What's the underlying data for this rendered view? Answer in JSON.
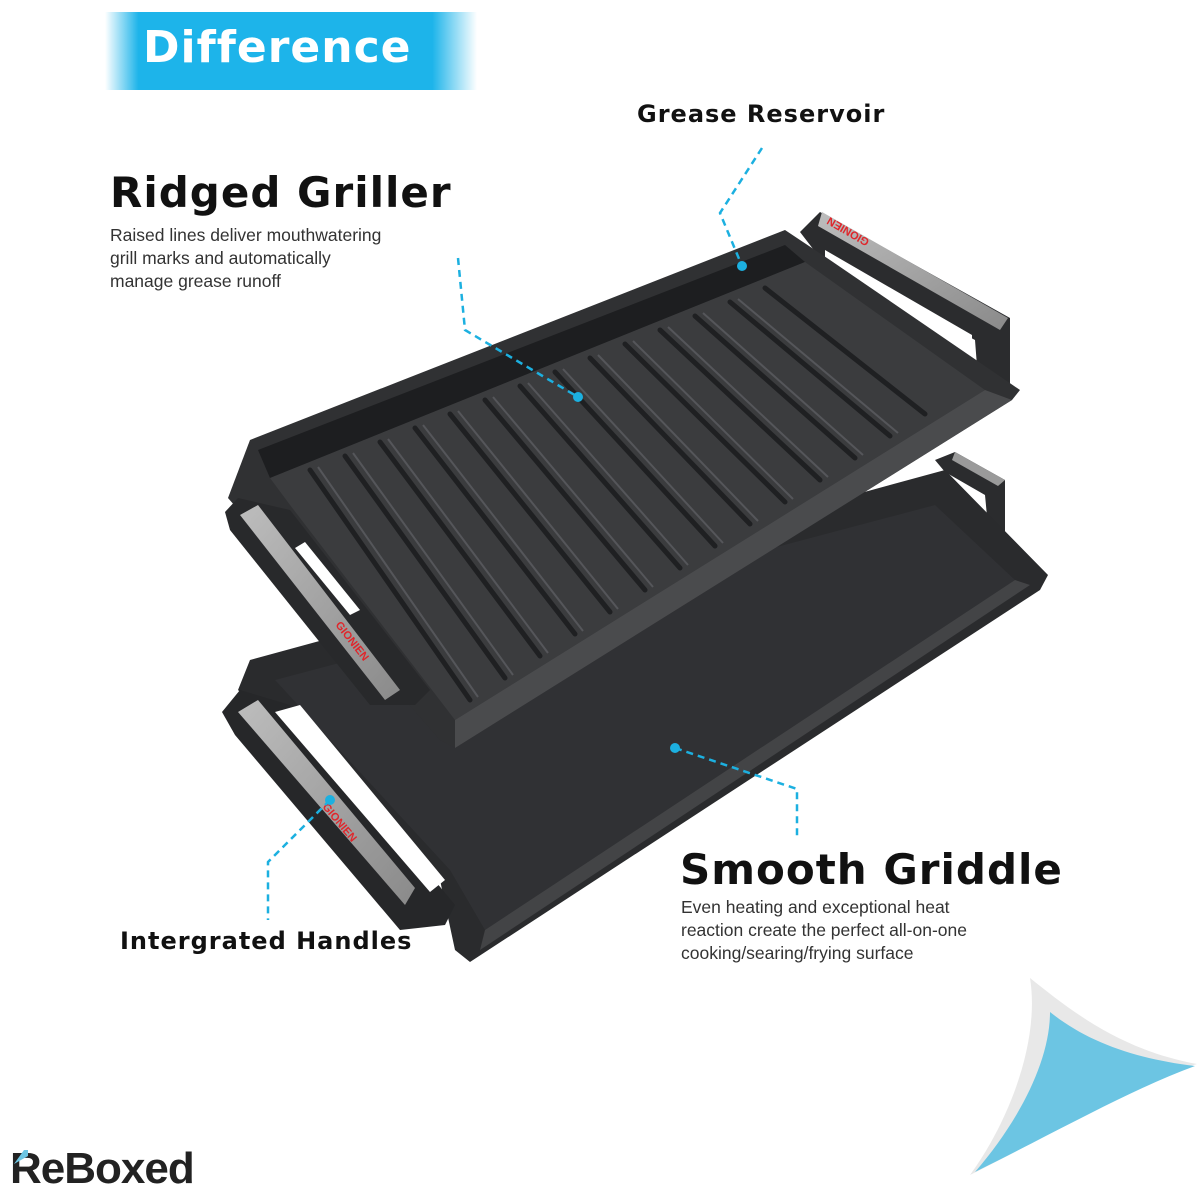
{
  "banner": {
    "title": "Difference",
    "color": "#1db4ea"
  },
  "features": {
    "ridged_griller": {
      "title": "Ridged Griller",
      "description": [
        "Raised lines deliver mouthwatering",
        "grill marks and automatically",
        "manage grease runoff"
      ]
    },
    "grease_reservoir": {
      "title": "Grease Reservoir"
    },
    "smooth_griddle": {
      "title": "Smooth Griddle",
      "description": [
        "Even heating and exceptional heat",
        "reaction create the perfect all-on-one",
        "cooking/searing/frying surface"
      ]
    },
    "integrated_handles": {
      "title": "Intergrated Handles"
    }
  },
  "product": {
    "brand_mark": "GIONIEN",
    "plate_color": "#3a3b3d",
    "accent_color": "#1cb0e0",
    "brand_color": "#e0262b"
  },
  "footer": {
    "logo": "ReBoxed",
    "corner_color": "#6cc5e3"
  }
}
